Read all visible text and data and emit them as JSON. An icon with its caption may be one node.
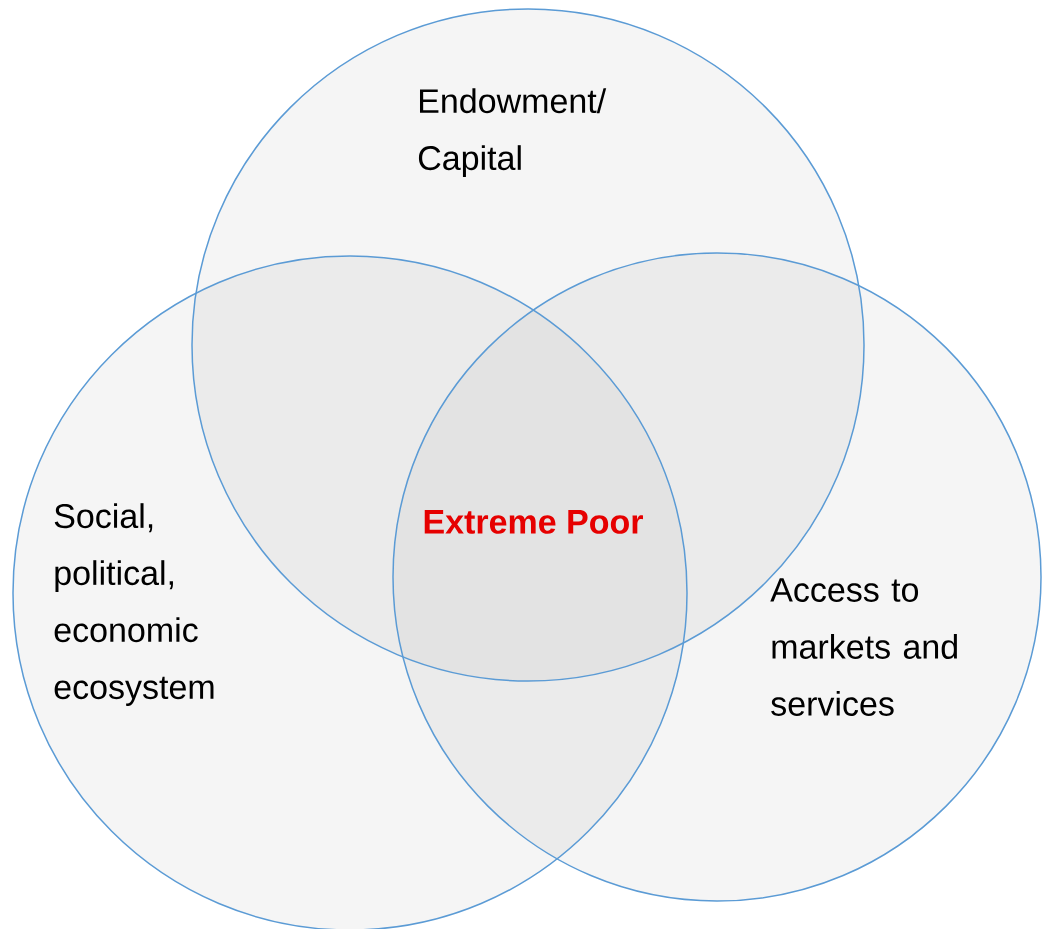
{
  "diagram": {
    "nodes": [
      {
        "text": [
          "Endowment/ Capital"
        ]
      },
      {
        "text": [
          "Social, political, economic ecosystem"
        ]
      },
      {
        "text": [
          "Access to markets and services"
        ]
      }
    ],
    "labels": [
      "Extreme Poor"
    ]
  }
}
